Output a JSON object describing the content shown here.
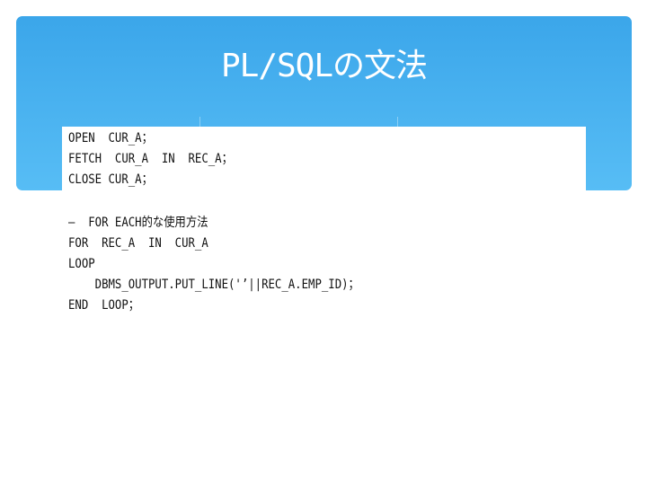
{
  "slide": {
    "title": "PL/SQLの文法"
  },
  "code_block_top": {
    "lines": [
      "OPEN  CUR_A；",
      "FETCH  CUR_A  IN  REC_A；",
      "CLOSE CUR_A；"
    ]
  },
  "code_block_bottom": {
    "lines": [
      "—  FOR EACH的な使用方法",
      "FOR  REC_A  IN  CUR_A",
      "LOOP",
      "    DBMS_OUTPUT.PUT_LINE('’||REC_A.EMP_ID)；",
      "END  LOOP；"
    ]
  },
  "colors": {
    "header_band_top": "#3ba6ea",
    "header_band_bottom": "#57bdf5",
    "title_text": "#ffffff",
    "code_text": "#111111"
  }
}
